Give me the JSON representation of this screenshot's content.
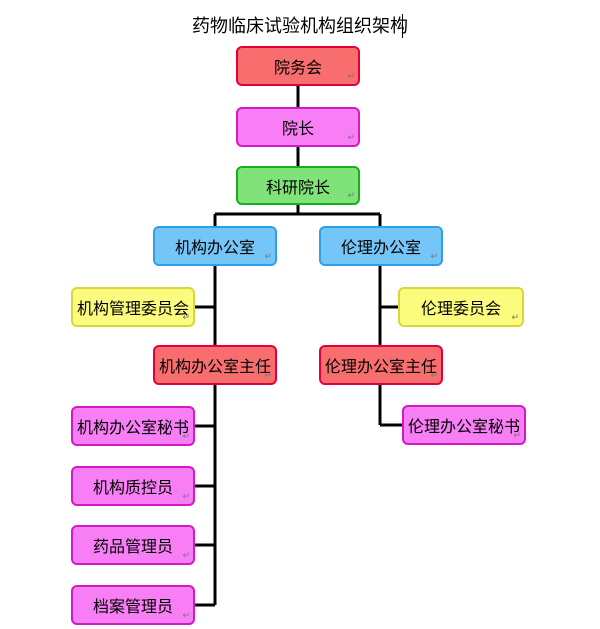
{
  "title": "药物临床试验机构组织架构",
  "nodes": {
    "council": {
      "label": "院务会",
      "color": "#f86e6e"
    },
    "president": {
      "label": "院长",
      "color": "#f77ef5"
    },
    "research_vp": {
      "label": "科研院长",
      "color": "#7fe37a"
    },
    "inst_office": {
      "label": "机构办公室",
      "color": "#75c6f8"
    },
    "ethics_office": {
      "label": "伦理办公室",
      "color": "#75c6f8"
    },
    "inst_committee": {
      "label": "机构管理委员会",
      "color": "#fbfb7d"
    },
    "ethics_committee": {
      "label": "伦理委员会",
      "color": "#fbfb7d"
    },
    "inst_director": {
      "label": "机构办公室主任",
      "color": "#f86e6e"
    },
    "ethics_director": {
      "label": "伦理办公室主任",
      "color": "#f86e6e"
    },
    "inst_secretary": {
      "label": "机构办公室秘书",
      "color": "#f77ef5"
    },
    "ethics_secretary": {
      "label": "伦理办公室秘书",
      "color": "#f77ef5"
    },
    "qc_officer": {
      "label": "机构质控员",
      "color": "#f77ef5"
    },
    "drug_manager": {
      "label": "药品管理员",
      "color": "#f77ef5"
    },
    "archive_manager": {
      "label": "档案管理员",
      "color": "#f77ef5"
    }
  },
  "paragraph_mark": "↵"
}
